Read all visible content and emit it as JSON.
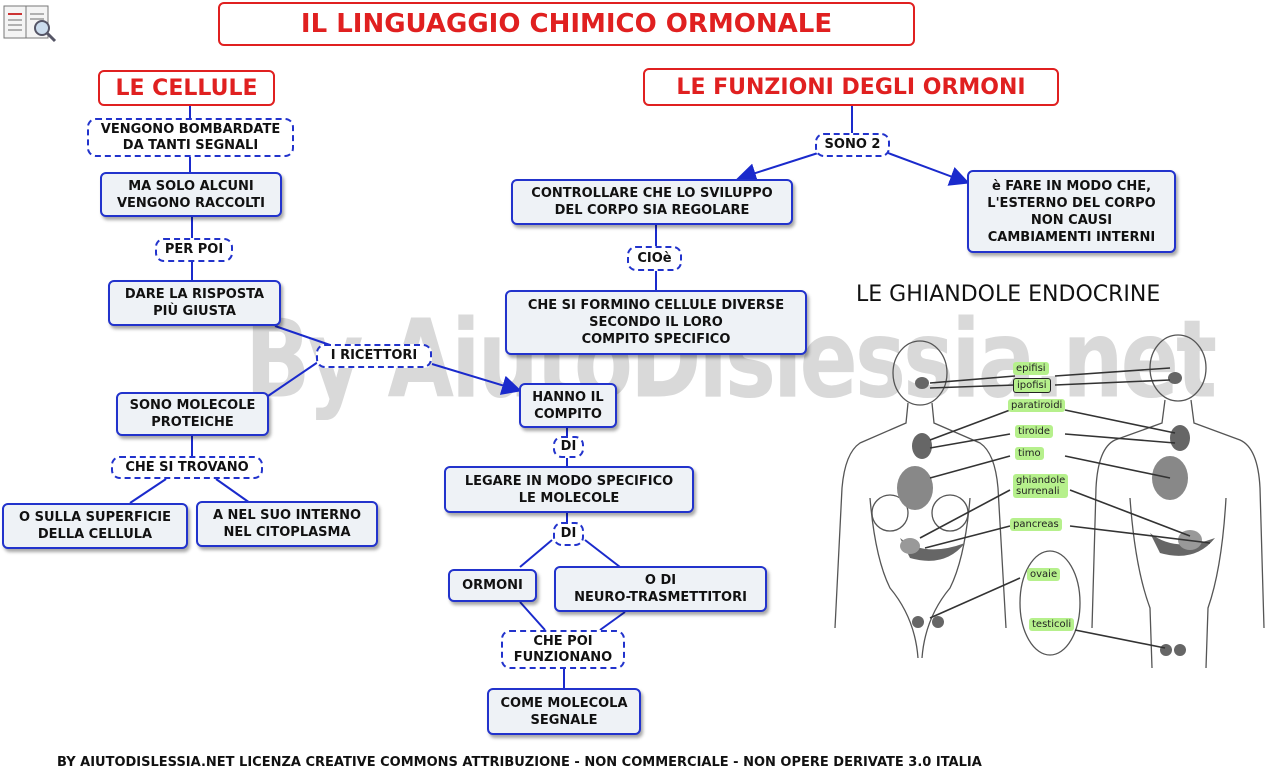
{
  "header": {
    "title": "IL LINGUAGGIO CHIMICO ORMONALE"
  },
  "left": {
    "title": "LE CELLULE",
    "n1": "VENGONO BOMBARDATE\nDA TANTI SEGNALI",
    "n2": "MA SOLO ALCUNI\nVENGONO RACCOLTI",
    "l1": "PER POI",
    "n3": "DARE LA RISPOSTA\nPIÙ GIUSTA",
    "l2": "I RICETTORI",
    "n4": "SONO MOLECOLE\nPROTEICHE",
    "l3": "CHE SI TROVANO",
    "n5": "O SULLA SUPERFICIE\nDELLA CELLULA",
    "n6": "A NEL SUO INTERNO\nNEL CITOPLASMA"
  },
  "middle": {
    "n1": "HANNO IL\nCOMPITO",
    "l1": "DI",
    "n2": "LEGARE IN MODO SPECIFICO\nLE MOLECOLE",
    "l2": "DI",
    "n3": "ORMONI",
    "n4": "O DI\nNEURO-TRASMETTITORI",
    "l3": "CHE POI\nFUNZIONANO",
    "n5": "COME MOLECOLA\nSEGNALE"
  },
  "right": {
    "title": "LE FUNZIONI DEGLI ORMONI",
    "l1": "SONO 2",
    "n1": "CONTROLLARE CHE LO SVILUPPO\nDEL CORPO SIA REGOLARE",
    "l2": "CIOè",
    "n2": "CHE SI FORMINO CELLULE DIVERSE\nSECONDO IL LORO\nCOMPITO SPECIFICO",
    "n3": "è FARE IN MODO CHE,\nL'ESTERNO DEL CORPO\nNON CAUSI\nCAMBIAMENTI INTERNI"
  },
  "illustration": {
    "title": "LE GHIANDOLE ENDOCRINE",
    "labels": [
      "epifisi",
      "ipofisi",
      "paratiroidi",
      "tiroide",
      "timo",
      "ghiandole\nsurrenali",
      "pancreas",
      "ovaie",
      "testicoli"
    ]
  },
  "watermark": "By AiutoDislessia.net",
  "footer": "BY AIUTODISLESSIA.NET LICENZA CREATIVE COMMONS ATTRIBUZIONE - NON COMMERCIALE - NON OPERE DERIVATE 3.0 ITALIA",
  "icon": "book-magnifier-icon",
  "colors": {
    "title_red": "#e02020",
    "node_blue": "#2233cc",
    "node_fill": "#eef2f6",
    "tag_green": "#b6f08c"
  }
}
